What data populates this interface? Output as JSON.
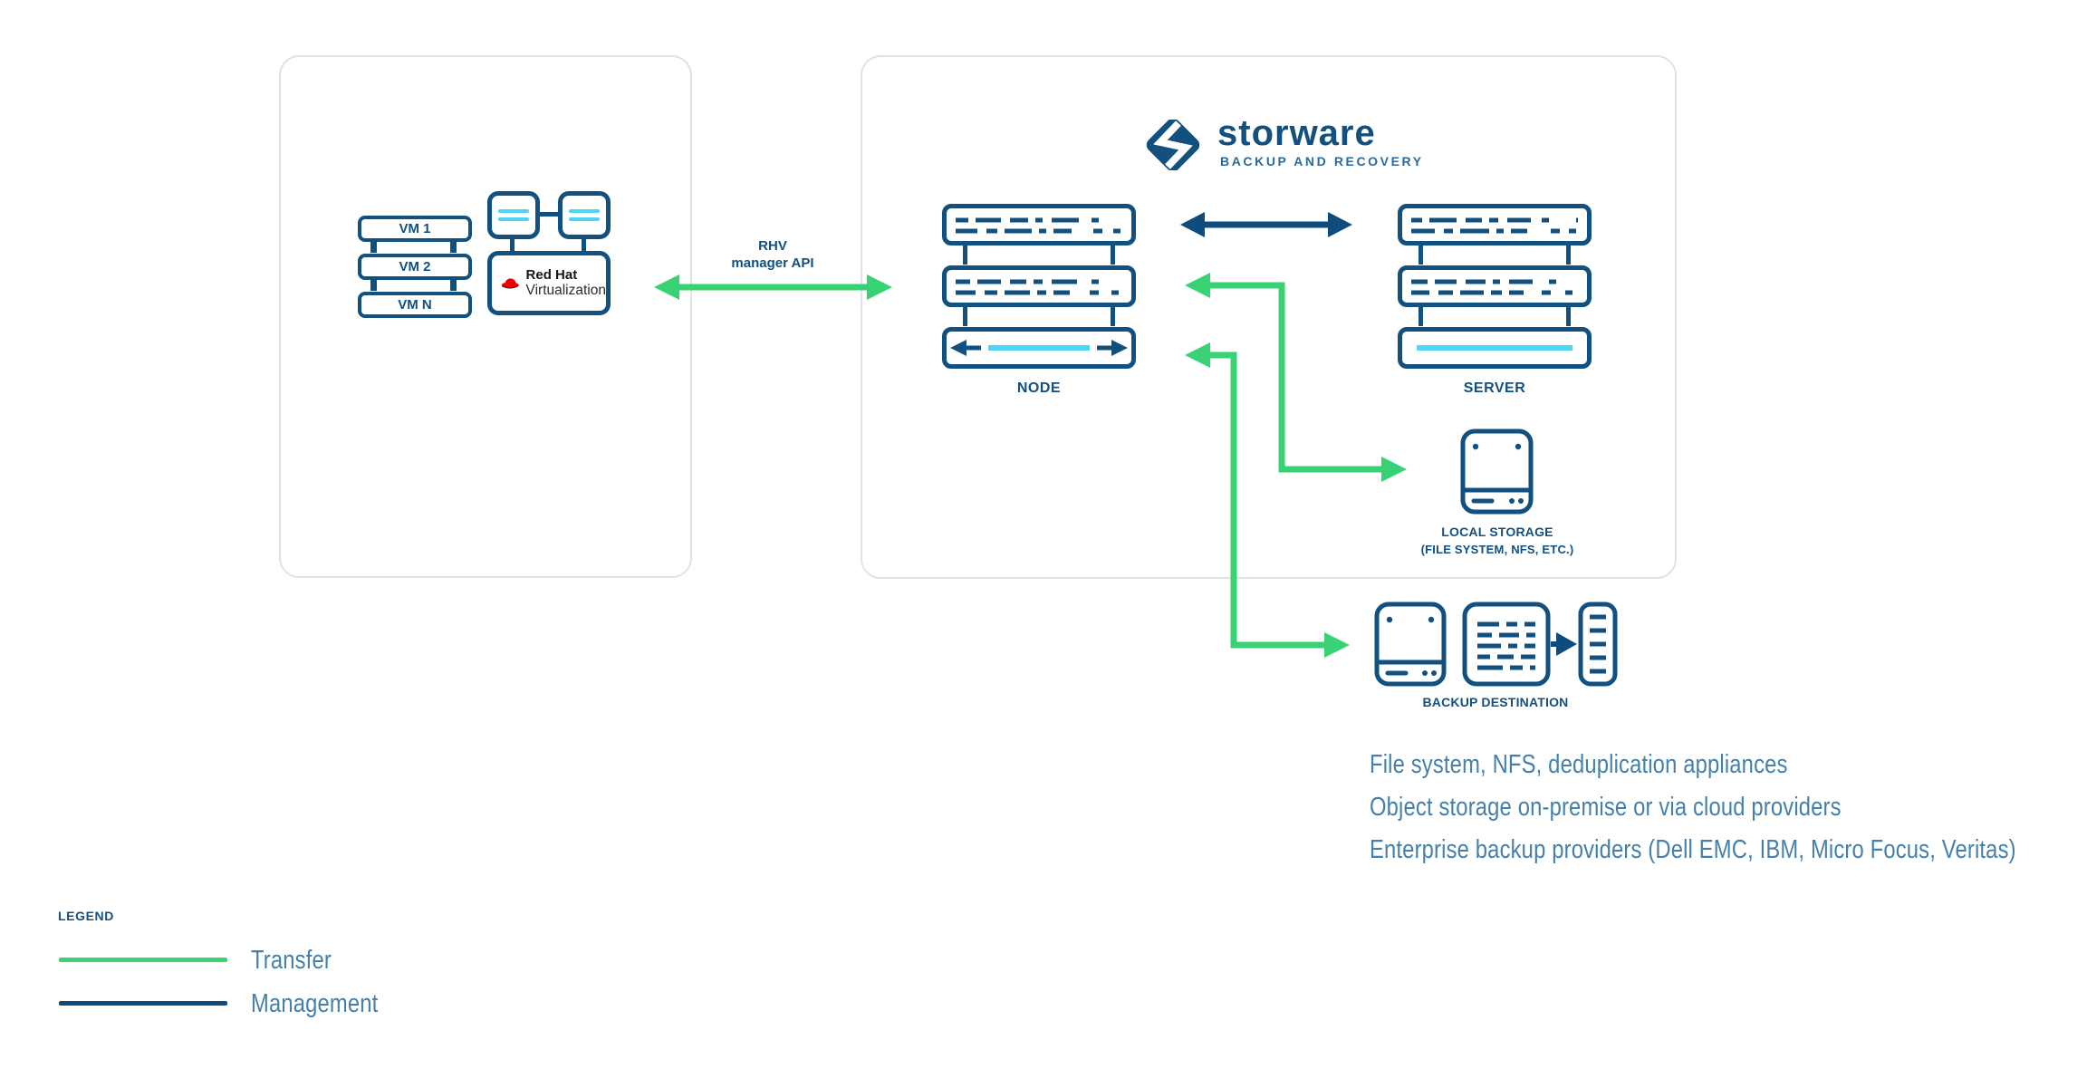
{
  "brand": {
    "name": "storware",
    "tagline": "BACKUP AND RECOVERY"
  },
  "source_panel": {
    "vm_stack": {
      "vms": [
        "VM 1",
        "VM 2",
        "VM N"
      ]
    },
    "hypervisor": {
      "vendor_line1": "Red Hat",
      "vendor_line2": "Virtualization"
    }
  },
  "api_link": {
    "line1": "RHV",
    "line2": "manager API"
  },
  "storware_panel": {
    "node_label": "NODE",
    "server_label": "SERVER",
    "local_storage": {
      "label_line1": "LOCAL STORAGE",
      "label_line2": "(FILE SYSTEM, NFS, ETC.)"
    }
  },
  "backup_destination": {
    "label": "BACKUP DESTINATION",
    "notes": [
      "File system, NFS, deduplication appliances",
      "Object storage on-premise or via cloud providers",
      "Enterprise backup providers (Dell EMC, IBM, Micro Focus, Veritas)"
    ]
  },
  "legend": {
    "title": "LEGEND",
    "items": [
      {
        "label": "Transfer",
        "color": "#38d274"
      },
      {
        "label": "Management",
        "color": "#0f4c7c"
      }
    ]
  },
  "colors": {
    "navy": "#11507f",
    "management_blue": "#0f4c7c",
    "transfer_green": "#38d274",
    "cyan": "#4ed4f7",
    "steel_text": "#4480aa",
    "panel_border": "#e2e2e2",
    "redhat_red": "#ee0000"
  }
}
